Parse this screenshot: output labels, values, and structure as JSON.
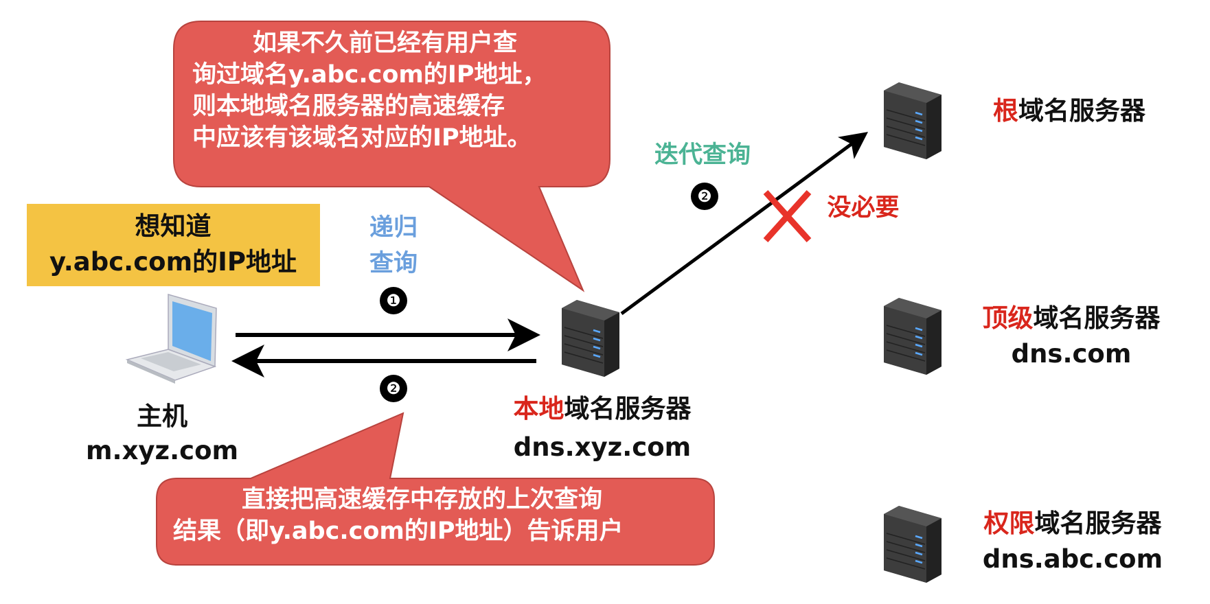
{
  "top_callout": {
    "lines": [
      "如果不久前已经有用户查",
      "询过域名y.abc.com的IP地址，",
      "则本地域名服务器的高速缓存",
      "中应该有该域名对应的IP地址。"
    ]
  },
  "bottom_callout": {
    "lines": [
      "直接把高速缓存中存放的上次查询",
      "结果（即y.abc.com的IP地址）告诉用户"
    ]
  },
  "goal_box": {
    "line1": "想知道",
    "line2": "y.abc.com的IP地址"
  },
  "recursive_query": {
    "line1": "递归",
    "line2": "查询",
    "step_request": "❶",
    "step_reply": "❷"
  },
  "iterative_query": {
    "label": "迭代查询",
    "step": "❷"
  },
  "unnecessary": {
    "label": "没必要"
  },
  "host": {
    "name": "主机",
    "domain": "m.xyz.com"
  },
  "local_server": {
    "highlight": "本地",
    "name": "域名服务器",
    "domain": "dns.xyz.com"
  },
  "root_server": {
    "highlight": "根",
    "name": "域名服务器"
  },
  "tld_server": {
    "highlight": "顶级",
    "name": "域名服务器",
    "domain": "dns.com"
  },
  "auth_server": {
    "highlight": "权限",
    "name": "域名服务器",
    "domain": "dns.abc.com"
  },
  "colors": {
    "callout": "#e35b55",
    "goal_box": "#f4c343",
    "recursive": "#6a9fdd",
    "iterative": "#4bb394",
    "highlight": "#d9261c"
  }
}
